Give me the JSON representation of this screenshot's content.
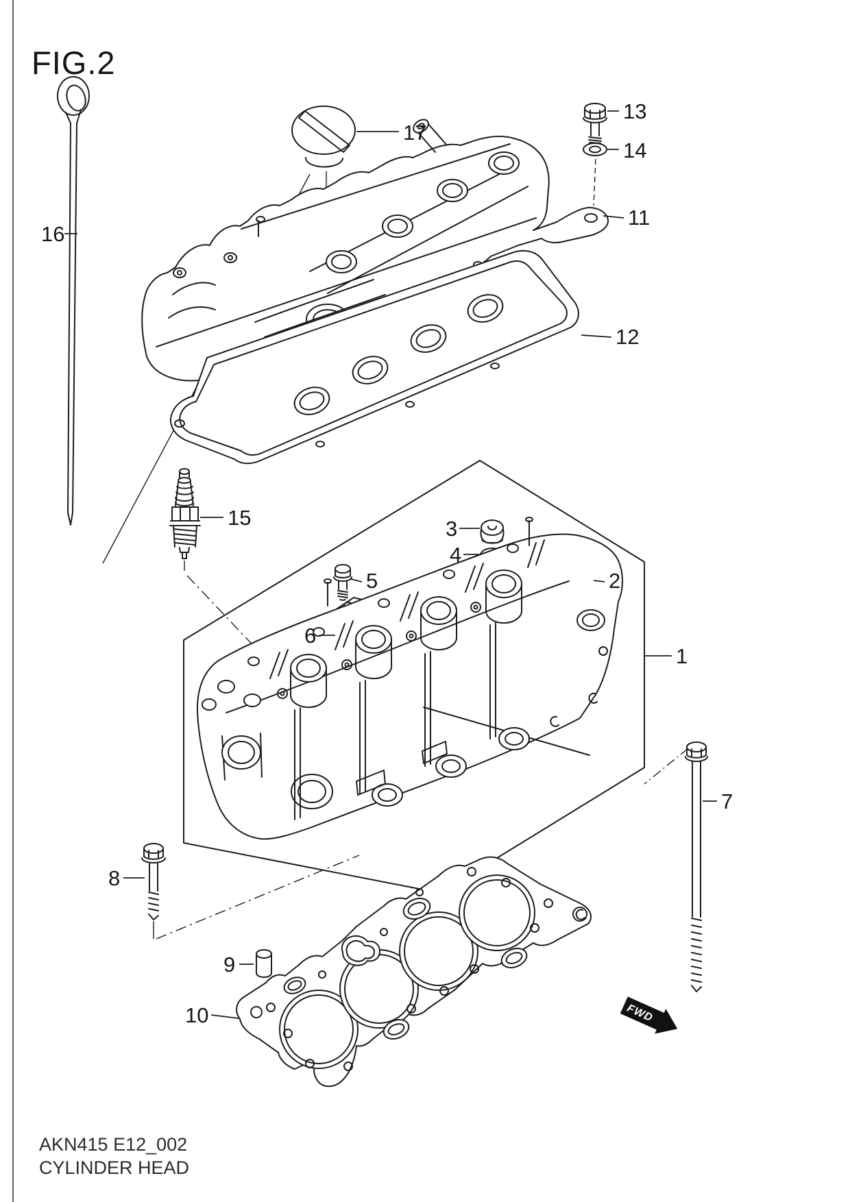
{
  "page": {
    "figure_title": "FIG.2",
    "drawing_code": "AKN415 E12_002",
    "drawing_title": "CYLINDER HEAD",
    "fwd_label": "FWD"
  },
  "callouts": [
    {
      "num": "1"
    },
    {
      "num": "2"
    },
    {
      "num": "3"
    },
    {
      "num": "4"
    },
    {
      "num": "5"
    },
    {
      "num": "6"
    },
    {
      "num": "7"
    },
    {
      "num": "8"
    },
    {
      "num": "9"
    },
    {
      "num": "10"
    },
    {
      "num": "11"
    },
    {
      "num": "12"
    },
    {
      "num": "13"
    },
    {
      "num": "14"
    },
    {
      "num": "15"
    },
    {
      "num": "16"
    },
    {
      "num": "17"
    }
  ]
}
